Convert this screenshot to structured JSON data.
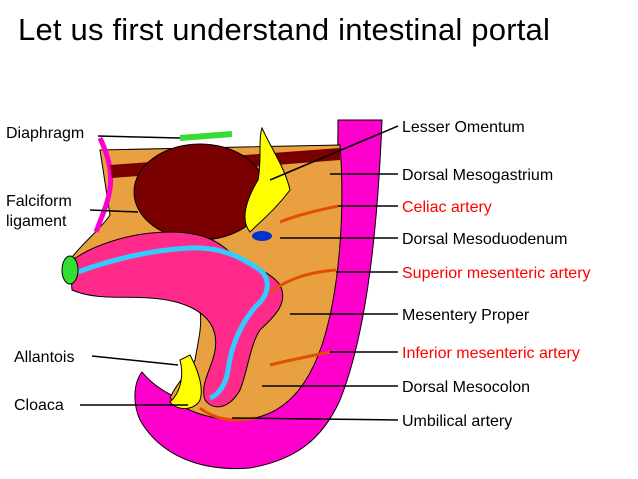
{
  "slide": {
    "title": "Let us first understand intestinal portal"
  },
  "colors": {
    "black_label": "#000000",
    "red_label": "#ff0000",
    "liver": "#7a0000",
    "mesentery": "#e8a040",
    "body_wall": "#ff00cc",
    "gut_pink": "#ff2a8a",
    "yolk": "#ffff00",
    "lumen": "#33ccff",
    "diaphragm_edge": "#33dd33",
    "artery": "#e05000"
  },
  "labels_left": [
    {
      "text": "Diaphragm",
      "color": "#000000"
    },
    {
      "text": "Falciform",
      "color": "#000000"
    },
    {
      "text": "ligament",
      "color": "#000000"
    },
    {
      "text": "Allantois",
      "color": "#000000"
    },
    {
      "text": "Cloaca",
      "color": "#000000"
    }
  ],
  "labels_right": [
    {
      "text": "Lesser Omentum",
      "color": "#000000"
    },
    {
      "text": "Dorsal Mesogastrium",
      "color": "#000000"
    },
    {
      "text": "Celiac artery",
      "color": "#ff0000"
    },
    {
      "text": "Dorsal Mesoduodenum",
      "color": "#000000"
    },
    {
      "text": "Superior mesenteric artery",
      "color": "#ff0000"
    },
    {
      "text": "Mesentery Proper",
      "color": "#000000"
    },
    {
      "text": "Inferior mesenteric artery",
      "color": "#ff0000"
    },
    {
      "text": "Dorsal Mesocolon",
      "color": "#000000"
    },
    {
      "text": "Umbilical artery",
      "color": "#000000"
    }
  ]
}
